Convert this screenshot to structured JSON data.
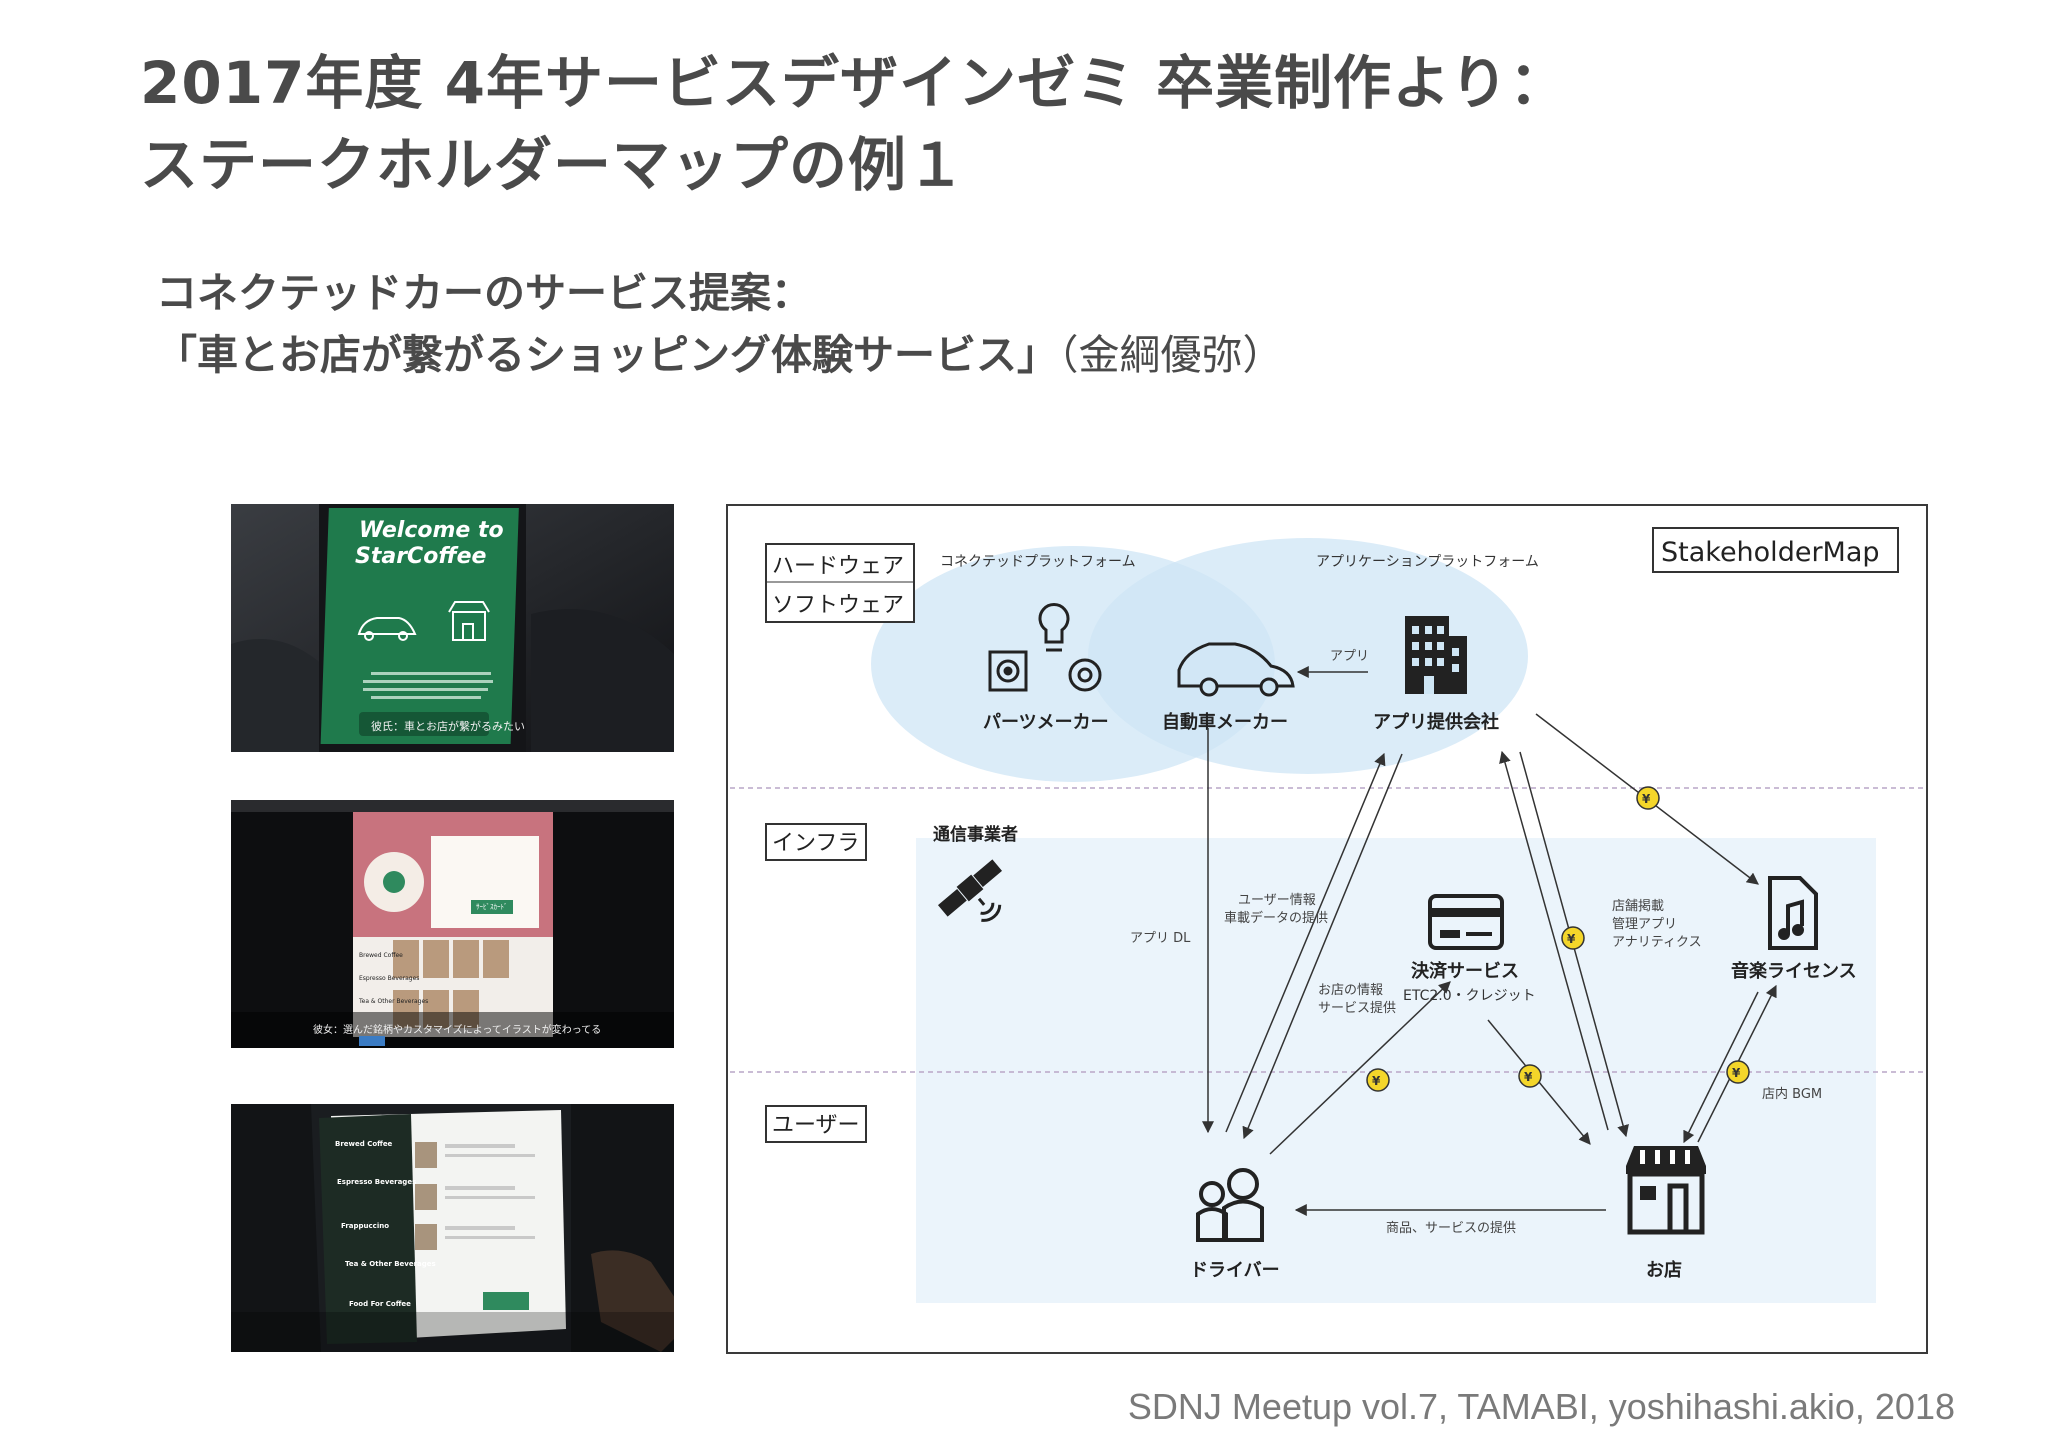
{
  "title": {
    "line1": "2017年度 4年サービスデザインゼミ 卒業制作より：",
    "line2": "ステークホルダーマップの例１"
  },
  "subtitle": {
    "line1": "コネクテッドカーのサービス提案：",
    "line2": "「車とお店が繋がるショッピング体験サービス」",
    "author": "（金綱優弥）"
  },
  "screenshots": {
    "shot1": {
      "welcome_line1": "Welcome to",
      "welcome_line2": "StarCoffee",
      "caption": "彼氏：車とお店が繋がるみたい"
    },
    "shot2": {
      "menu_items": [
        "Brewed Coffee",
        "Espresso Beverages",
        "Tea & Other Beverages"
      ],
      "button": "ｻｰﾋﾞｽｶｰﾄﾞ",
      "caption": "彼女：選んだ銘柄やカスタマイズによってイラストが変わってる"
    },
    "shot3": {
      "menu_items": [
        "Brewed Coffee",
        "Espresso Beverages",
        "Frappuccino",
        "Tea & Other Beverages",
        "Food For Coffee"
      ]
    }
  },
  "map": {
    "title": "StakeholderMap",
    "layers": {
      "hardware": [
        "ハードウェア",
        "ソフトウェア"
      ],
      "infra": "インフラ",
      "user": "ユーザー"
    },
    "platforms": {
      "connected": "コネクテッドプラットフォーム",
      "app": "アプリケーションプラットフォーム"
    },
    "nodes": {
      "parts": "パーツメーカー",
      "automaker": "自動車メーカー",
      "app_company": "アプリ提供会社",
      "telecom": "通信事業者",
      "payment": "決済サービス",
      "payment_sub": "ETC2.0・クレジット",
      "music": "音楽ライセンス",
      "driver": "ドライバー",
      "shop": "お店"
    },
    "flows": {
      "app": "アプリ",
      "app_dl": "アプリ DL",
      "user_info_1": "ユーザー情報",
      "user_info_2": "車載データの提供",
      "shop_info_1": "お店の情報",
      "shop_info_2": "サービス提供",
      "shop_listing_1": "店舗掲載",
      "shop_listing_2": "管理アプリ",
      "shop_listing_3": "アナリティクス",
      "store_bgm": "店内 BGM",
      "goods": "商品、サービスの提供"
    },
    "yen": "¥"
  },
  "footer": "SDNJ Meetup vol.7, TAMABI, yoshihashi.akio, 2018"
}
